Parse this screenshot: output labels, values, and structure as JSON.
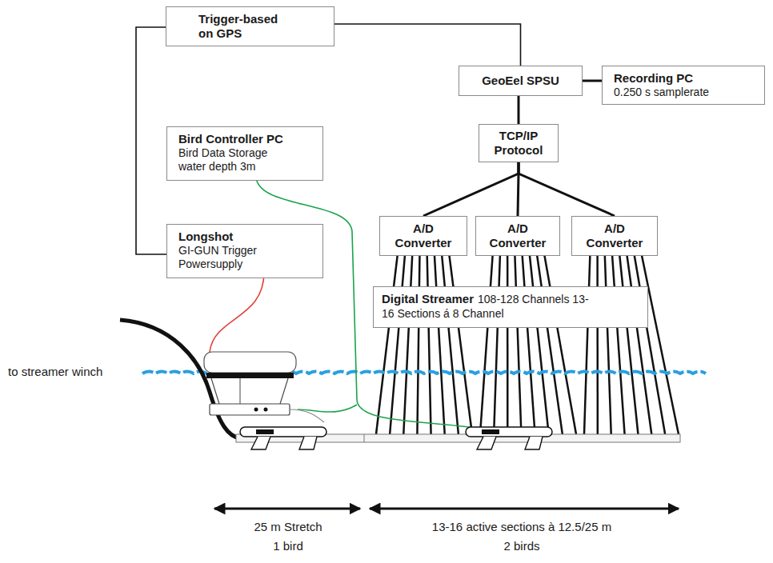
{
  "diagram": {
    "nodes": [
      {
        "text": [
          "Trigger-based on GPS"
        ]
      },
      {
        "text": [
          "GeoEel SPSU"
        ]
      },
      {
        "text": [
          "Recording PC",
          "0.250 s samplerate"
        ]
      },
      {
        "text": [
          "Bird Controller PC",
          "Bird Data Storage water depth 3m"
        ]
      },
      {
        "text": [
          "TCP/IP Protocol"
        ]
      },
      {
        "text": [
          "A/D Converter"
        ]
      },
      {
        "text": [
          "A/D Converter"
        ]
      },
      {
        "text": [
          "A/D Converter"
        ]
      },
      {
        "text": [
          "Longshot",
          "GI-GUN Trigger Powersupply"
        ]
      },
      {
        "text": [
          "Digital Streamer",
          "108-128 Channels 13-16 Sections á 8 Channel"
        ]
      }
    ],
    "edges": [
      {
        "from": 0,
        "to": 8,
        "arrow": "none"
      },
      {
        "from": 0,
        "to": 1,
        "arrow": "none"
      },
      {
        "from": 1,
        "to": 2,
        "arrow": "none"
      },
      {
        "from": 1,
        "to": 4,
        "arrow": "none"
      },
      {
        "from": 4,
        "to": 5,
        "arrow": "none"
      },
      {
        "from": 4,
        "to": 6,
        "arrow": "none"
      },
      {
        "from": 4,
        "to": 7,
        "arrow": "none"
      }
    ],
    "labels": [
      "to streamer winch",
      "25 m Stretch",
      "1 bird",
      "13-16 active sections à 12.5/25 m",
      "2 birds"
    ]
  }
}
